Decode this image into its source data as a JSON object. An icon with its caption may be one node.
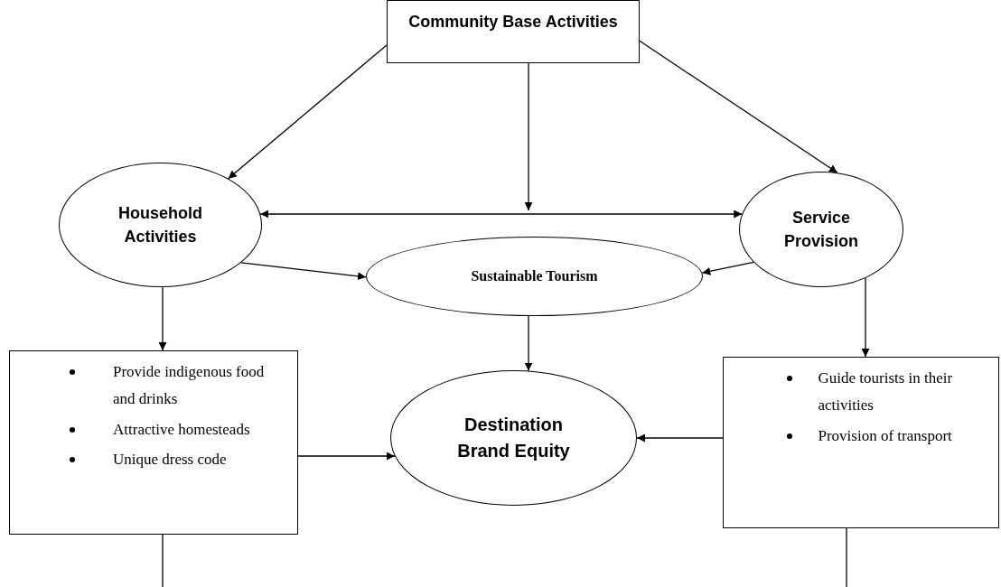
{
  "diagram": {
    "nodes": [
      {
        "text": [
          "Community Base Activities"
        ]
      },
      {
        "text": [
          "Household Activities"
        ]
      },
      {
        "text": [
          "Service Provision"
        ]
      },
      {
        "text": [
          "Sustainable Tourism"
        ]
      },
      {
        "text": [
          "Provide indigenous food and drinks",
          "Attractive homesteads",
          "Unique dress code"
        ]
      },
      {
        "text": [
          "Destination Brand Equity"
        ]
      },
      {
        "text": [
          "Guide tourists in their activities",
          "Provision of transport"
        ]
      }
    ],
    "edges": [
      {
        "from": 0,
        "to": 1,
        "arrow": "to"
      },
      {
        "from": 0,
        "to": null,
        "arrow": "to"
      },
      {
        "from": 0,
        "to": 2,
        "arrow": "to"
      },
      {
        "from": 1,
        "to": 2,
        "arrow": "both"
      },
      {
        "from": 1,
        "to": 3,
        "arrow": "to"
      },
      {
        "from": 2,
        "to": 3,
        "arrow": "to"
      },
      {
        "from": 1,
        "to": 4,
        "arrow": "to"
      },
      {
        "from": 2,
        "to": 6,
        "arrow": "to"
      },
      {
        "from": 3,
        "to": 5,
        "arrow": "to"
      },
      {
        "from": 4,
        "to": 5,
        "arrow": "to"
      },
      {
        "from": 6,
        "to": 5,
        "arrow": "to"
      },
      {
        "from": 4,
        "to": null,
        "arrow": "none"
      },
      {
        "from": 6,
        "to": null,
        "arrow": "none"
      }
    ]
  }
}
